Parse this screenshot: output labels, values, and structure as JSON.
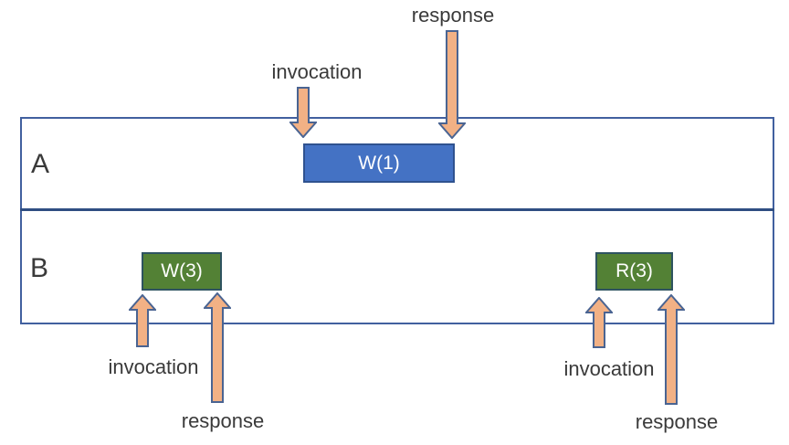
{
  "diagram": {
    "rows": [
      {
        "label": "A",
        "operations": [
          {
            "label": "W(1)"
          }
        ]
      },
      {
        "label": "B",
        "operations": [
          {
            "label": "W(3)"
          },
          {
            "label": "R(3)"
          }
        ]
      }
    ],
    "annotations": {
      "w1_invocation": "invocation",
      "w1_response": "response",
      "w3_invocation": "invocation",
      "w3_response": "response",
      "r3_invocation": "invocation",
      "r3_response": "response"
    }
  },
  "colors": {
    "op_a_fill": "#4472c4",
    "op_a_border": "#2f528f",
    "op_b_fill": "#538135",
    "op_b_border": "#2e5360",
    "arrow_fill": "#f2b185",
    "arrow_outline": "#4a6492",
    "frame_border": "#41609f",
    "frame_divider": "#2f4e82",
    "op_text": "#ffffff",
    "label_text": "#3a3a3a"
  }
}
